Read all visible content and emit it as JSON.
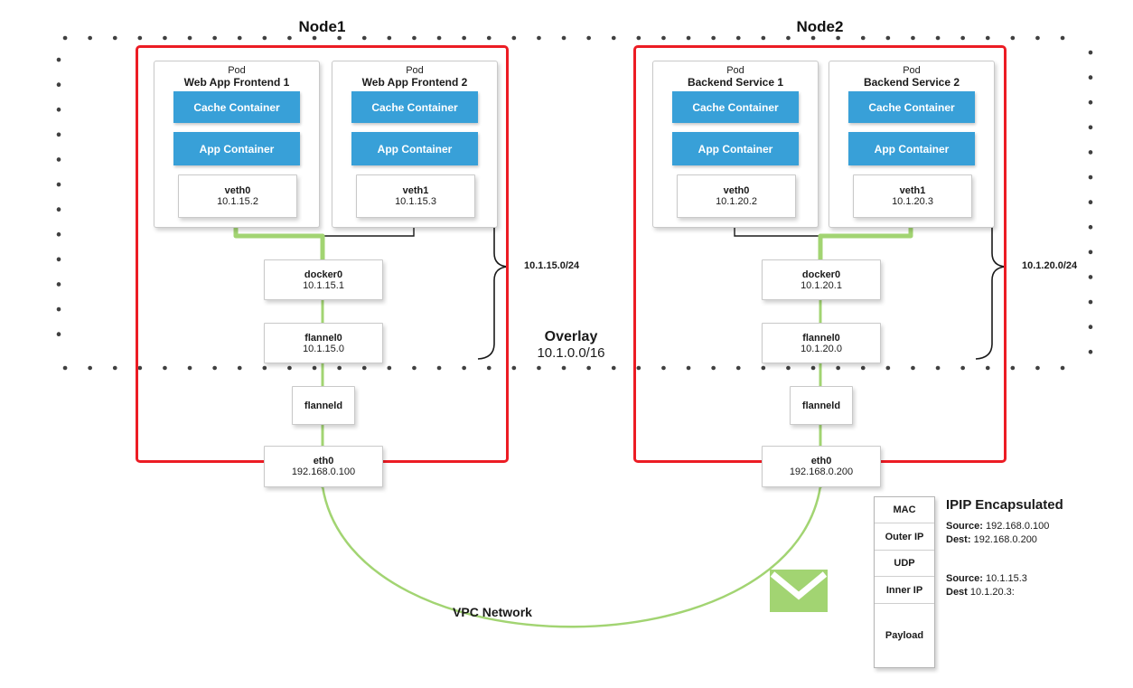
{
  "colors": {
    "container-blue": "#38a0d8",
    "line-green": "#a2d472",
    "node-red": "#ec1c24",
    "dot-gray": "#404040"
  },
  "overlay": {
    "title": "Overlay",
    "cidr": "10.1.0.0/16"
  },
  "vpc": {
    "label": "VPC Network"
  },
  "nodes": [
    {
      "title": "Node1",
      "subnet": "10.1.15.0/24",
      "pods": [
        {
          "kind": "Pod",
          "name": "Web App Frontend 1",
          "cache": "Cache Container",
          "app": "App Container",
          "iface": "veth0",
          "ip": "10.1.15.2"
        },
        {
          "kind": "Pod",
          "name": "Web App Frontend 2",
          "cache": "Cache Container",
          "app": "App Container",
          "iface": "veth1",
          "ip": "10.1.15.3"
        }
      ],
      "docker0": {
        "name": "docker0",
        "ip": "10.1.15.1"
      },
      "flannel0": {
        "name": "flannel0",
        "ip": "10.1.15.0"
      },
      "flanneld": {
        "name": "flanneld"
      },
      "eth0": {
        "name": "eth0",
        "ip": "192.168.0.100"
      }
    },
    {
      "title": "Node2",
      "subnet": "10.1.20.0/24",
      "pods": [
        {
          "kind": "Pod",
          "name": "Backend Service 1",
          "cache": "Cache Container",
          "app": "App Container",
          "iface": "veth0",
          "ip": "10.1.20.2"
        },
        {
          "kind": "Pod",
          "name": "Backend Service 2",
          "cache": "Cache Container",
          "app": "App Container",
          "iface": "veth1",
          "ip": "10.1.20.3"
        }
      ],
      "docker0": {
        "name": "docker0",
        "ip": "10.1.20.1"
      },
      "flannel0": {
        "name": "flannel0",
        "ip": "10.1.20.0"
      },
      "flanneld": {
        "name": "flanneld"
      },
      "eth0": {
        "name": "eth0",
        "ip": "192.168.0.200"
      }
    }
  ],
  "packet": {
    "title": "IPIP Encapsulated",
    "layers": [
      "MAC",
      "Outer IP",
      "UDP",
      "Inner IP",
      "Payload"
    ],
    "outer": {
      "source_label": "Source:",
      "source_value": "192.168.0.100",
      "dest_label": "Dest:",
      "dest_value": "192.168.0.200"
    },
    "inner": {
      "source_label": "Source:",
      "source_value": "10.1.15.3",
      "dest_label": "Dest",
      "dest_value": "10.1.20.3:"
    }
  }
}
